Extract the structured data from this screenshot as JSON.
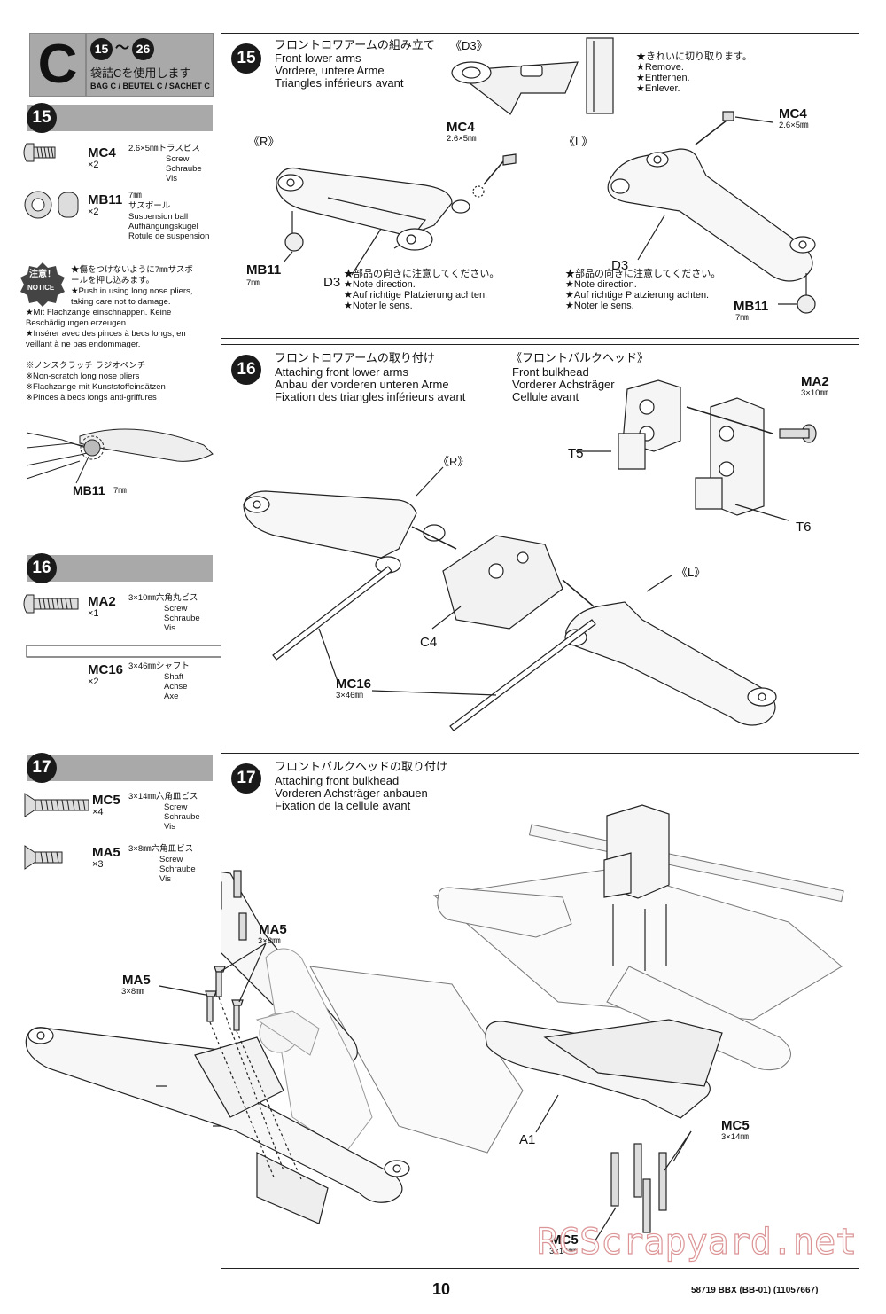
{
  "header": {
    "letter": "C",
    "step_from": "15",
    "tilde": "～",
    "step_to": "26",
    "bag_jp": "袋詰Cを使用します",
    "bag_multi": "BAG C / BEUTEL C / SACHET C"
  },
  "side": {
    "s15": {
      "num": "15",
      "mc4": {
        "code": "MC4",
        "qty": "×2",
        "size": "2.6×5㎜トラスビス",
        "lines": [
          "Screw",
          "Schraube",
          "Vis"
        ]
      },
      "mb11": {
        "code": "MB11",
        "qty": "×2",
        "size": "7㎜",
        "lines": [
          "サスボール",
          "Suspension ball",
          "Aufhängungskugel",
          "Rotule de suspension"
        ]
      },
      "notice_badge": [
        "注意！",
        "NOTICE"
      ],
      "notice_lines": [
        "★傷をつけないように7㎜サスボ",
        "ールを押し込みます。",
        "★Push in using long nose pliers,",
        "taking care not to damage.",
        "★Mit Flachzange einschnappen. Keine",
        "Beschädigungen erzeugen.",
        "★Insérer avec des pinces à becs longs, en",
        "veillant à ne pas endommager."
      ],
      "plier_lines": [
        "※ノンスクラッチ ラジオペンチ",
        "※Non-scratch long nose pliers",
        "※Flachzange mit Kunststoffeinsätzen",
        "※Pinces à becs longs anti-griffures"
      ],
      "plier_label": "MB11",
      "plier_size": "7㎜"
    },
    "s16": {
      "num": "16",
      "ma2": {
        "code": "MA2",
        "qty": "×1",
        "size": "3×10㎜六角丸ビス",
        "lines": [
          "Screw",
          "Schraube",
          "Vis"
        ]
      },
      "mc16": {
        "code": "MC16",
        "qty": "×2",
        "size": "3×46㎜シャフト",
        "lines": [
          "Shaft",
          "Achse",
          "Axe"
        ]
      }
    },
    "s17": {
      "num": "17",
      "mc5": {
        "code": "MC5",
        "qty": "×4",
        "size": "3×14㎜六角皿ビス",
        "lines": [
          "Screw",
          "Schraube",
          "Vis"
        ]
      },
      "ma5": {
        "code": "MA5",
        "qty": "×3",
        "size": "3×8㎜六角皿ビス",
        "lines": [
          "Screw",
          "Schraube",
          "Vis"
        ]
      }
    }
  },
  "p15": {
    "num": "15",
    "title": [
      "フロントロワアームの組み立て",
      "Front lower arms",
      "Vordere, untere Arme",
      "Triangles inférieurs avant"
    ],
    "d3_label": "《D3》",
    "remove": [
      "★きれいに切り取ります。",
      "★Remove.",
      "★Entfernen.",
      "★Enlever."
    ],
    "r_label": "《R》",
    "l_label": "《L》",
    "mc4_a": "MC4",
    "mc4_a_size": "2.6×5㎜",
    "mc4_b": "MC4",
    "mc4_b_size": "2.6×5㎜",
    "mb11_a": "MB11",
    "mb11_a_size": "7㎜",
    "mb11_b": "MB11",
    "mb11_b_size": "7㎜",
    "d3_a": "D3",
    "d3_b": "D3",
    "note_a": [
      "★部品の向きに注意してください。",
      "★Note direction.",
      "★Auf richtige Platzierung achten.",
      "★Noter le sens."
    ],
    "note_b": [
      "★部品の向きに注意してください。",
      "★Note direction.",
      "★Auf richtige Platzierung achten.",
      "★Noter le sens."
    ]
  },
  "p16": {
    "num": "16",
    "title": [
      "フロントロワアームの取り付け",
      "Attaching front lower arms",
      "Anbau der vorderen unteren Arme",
      "Fixation des triangles inférieurs avant"
    ],
    "bulk": [
      "《フロントバルクヘッド》",
      "Front bulkhead",
      "Vorderer Achsträger",
      "Cellule avant"
    ],
    "ma2": "MA2",
    "ma2_size": "3×10㎜",
    "t5": "T5",
    "t6": "T6",
    "r_label": "《R》",
    "l_label": "《L》",
    "c4": "C4",
    "mc16": "MC16",
    "mc16_size": "3×46㎜"
  },
  "p17": {
    "num": "17",
    "title": [
      "フロントバルクヘッドの取り付け",
      "Attaching front bulkhead",
      "Vorderen Achsträger anbauen",
      "Fixation de la cellule avant"
    ],
    "ma5_top": "MA5",
    "ma5_top_size": "3×8㎜",
    "ma5_left": "MA5",
    "ma5_left_size": "3×8㎜",
    "a1": "A1",
    "mc5_r": "MC5",
    "mc5_r_size": "3×14㎜",
    "mc5_b": "MC5",
    "mc5_b_size": "3×14㎜"
  },
  "footer": {
    "page": "10",
    "code": "58719 BBX (BB-01) (11057667)",
    "watermark": "RCScrapyard.net"
  }
}
